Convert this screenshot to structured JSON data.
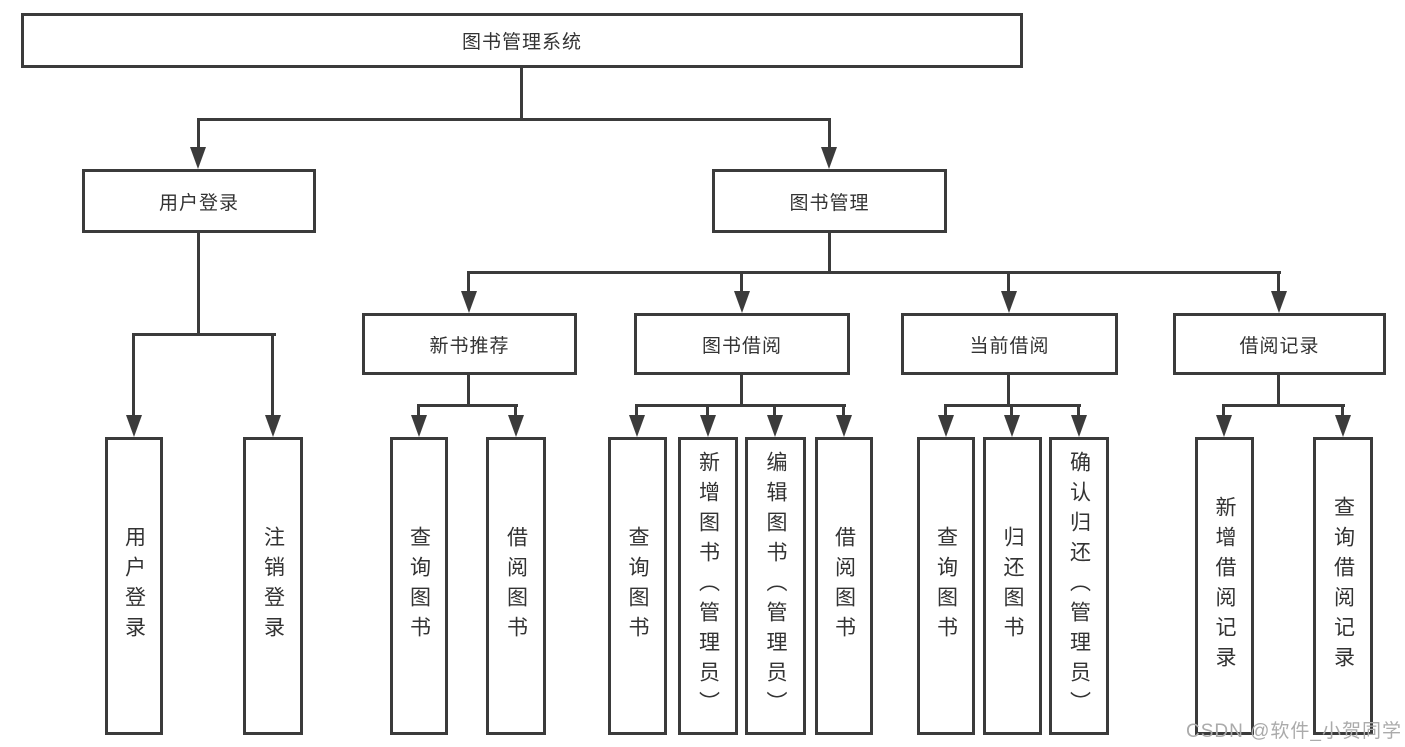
{
  "diagram": {
    "root": "图书管理系统",
    "branches": [
      {
        "label": "用户登录",
        "children": [
          "用户登录",
          "注销登录"
        ]
      },
      {
        "label": "图书管理",
        "sections": [
          {
            "label": "新书推荐",
            "children": [
              "查询图书",
              "借阅图书"
            ]
          },
          {
            "label": "图书借阅",
            "children": [
              "查询图书",
              "新增图书（管理员）",
              "编辑图书（管理员）",
              "借阅图书"
            ]
          },
          {
            "label": "当前借阅",
            "children": [
              "查询图书",
              "归还图书",
              "确认归还（管理员）"
            ]
          },
          {
            "label": "借阅记录",
            "children": [
              "新增借阅记录",
              "查询借阅记录"
            ]
          }
        ]
      }
    ]
  },
  "watermark": "CSDN @软件_小贺同学",
  "colors": {
    "line": "#3b3b3b",
    "text": "#333333",
    "background": "#ffffff",
    "watermark": "#ababab"
  }
}
